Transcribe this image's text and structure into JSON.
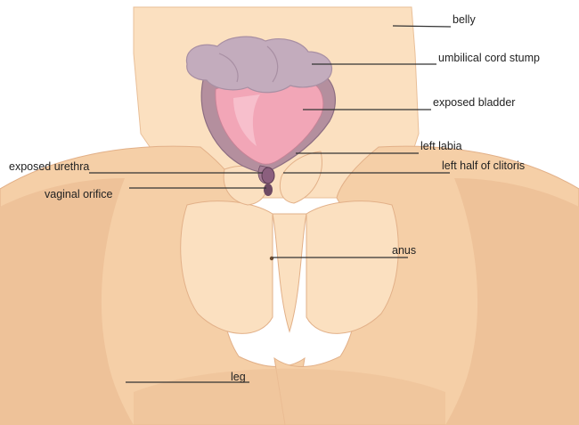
{
  "colors": {
    "background": "#ffffff",
    "skin_light": "#fbe0c0",
    "skin_mid": "#f5cfa7",
    "skin_shadow": "#eec299",
    "skin_line": "#e2b088",
    "stump": "#c3acbd",
    "stump_dark": "#a88fa3",
    "bladder": "#f2a6b7",
    "bladder_rim": "#b48f9e",
    "bladder_dark": "#8d6e82",
    "leader_line": "#333333",
    "label_text": "#222222"
  },
  "labels": {
    "belly": "belly",
    "umbilical_cord_stump": "umbilical cord stump",
    "exposed_bladder": "exposed bladder",
    "left_labia": "left labia",
    "left_half_of_clitoris": "left half of clitoris",
    "exposed_urethra": "exposed urethra",
    "vaginal_orifice": "vaginal orifice",
    "anus": "anus",
    "leg": "leg"
  }
}
